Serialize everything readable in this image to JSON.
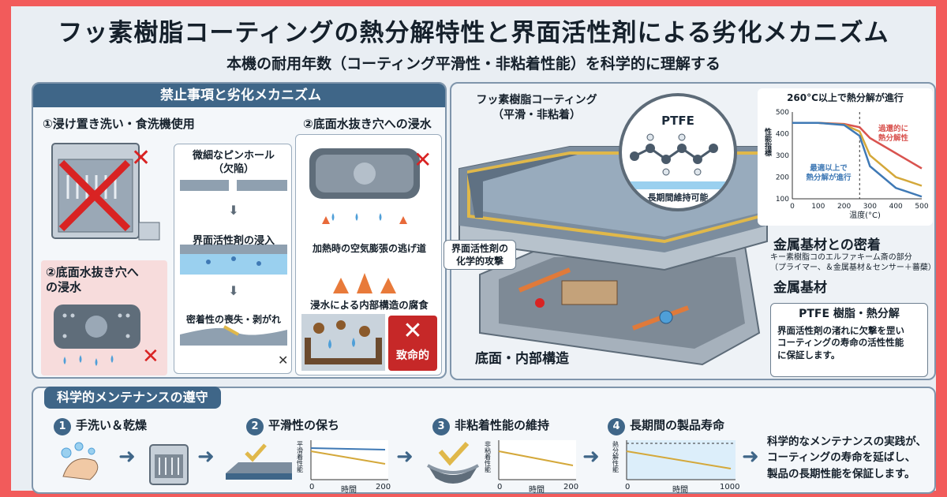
{
  "title": "フッ素樹脂コーティングの熱分解特性と界面活性剤による劣化メカニズム",
  "subtitle": "本機の耐用年数（コーティング平滑性・非粘着性能）を科学的に理解する",
  "left": {
    "header": "禁止事項と劣化メカニズム",
    "item1": "①浸け置き洗い・食洗機使用",
    "pinhole": "微細なピンホール\n（欠陥）",
    "surfactant_in": "界面活性剤の浸入",
    "adhesion_loss": "密着性の喪失・剥がれ",
    "item2a": "②底面水抜き穴へ\nの浸水",
    "item2b": "②底面水抜き穴への浸水",
    "air_escape": "加熱時の空気膨張の逃げ道",
    "corrosion": "浸水による内部構造の腐食",
    "fatal": "致命的"
  },
  "right": {
    "coating_label": "フッ素樹脂コーティング\n（平滑・非粘着）",
    "ptfe": "PTFE",
    "long_term": "長期間維持可能",
    "attack": "界面活性剤の\n化学的攻撃",
    "adhesion": "金属基材との密着",
    "adhesion_note": "キー素樹脂コのエルファキーム斎の部分\n（プライマー、＆金属基材＆センサー＋蕃蘗）",
    "metal": "金属基材",
    "bottom": "底面・内部構造",
    "ptfe_box_title": "PTFE 樹脂・熱分解",
    "ptfe_box_text": "界面活性剤の渚れに欠撃を罡い\nコーティングの寿命の活性性能\nに保証します。"
  },
  "chart_data": {
    "type": "line",
    "title": "260°C以上で熱分解が進行",
    "xlabel": "温度(°C)",
    "ylabel": "性能指標",
    "x": [
      0,
      100,
      200,
      260,
      300,
      400,
      500
    ],
    "xticks": [
      "0",
      "100",
      "200",
      "300",
      "400",
      "500"
    ],
    "yticks": [
      "100",
      "200",
      "300",
      "400",
      "500"
    ],
    "ylim": [
      100,
      500
    ],
    "xlim": [
      0,
      500
    ],
    "threshold_x": 260,
    "series": [
      {
        "name": "過還的に熱分解性",
        "color": "#d9534f",
        "values": [
          450,
          450,
          445,
          430,
          380,
          310,
          240
        ]
      },
      {
        "name": "",
        "color": "#d4a83a",
        "values": [
          450,
          450,
          442,
          410,
          300,
          200,
          160
        ]
      },
      {
        "name": "最適以上で熱分解が進行",
        "color": "#3f79b5",
        "values": [
          450,
          450,
          440,
          390,
          250,
          150,
          110
        ]
      }
    ],
    "annotations": [
      "過還的に\n熱分解性",
      "最適以上で\n熱分解が進行"
    ]
  },
  "bottom": {
    "tab": "科学的メンテナンスの遵守",
    "steps": [
      {
        "num": "1",
        "title": "手洗い＆乾燥"
      },
      {
        "num": "2",
        "title": "平滑性の保ち",
        "ylabel": "平滑着性能",
        "xtick_mid": "時間",
        "xmax": "200",
        "xmin": "0"
      },
      {
        "num": "3",
        "title": "非粘着性能の維持",
        "ylabel": "非粘着性能",
        "xtick_mid": "時間",
        "xmax": "200",
        "xmin": "0"
      },
      {
        "num": "4",
        "title": "長期間の製品寿命",
        "ylabel": "熱分解性能",
        "xtick_mid": "時間",
        "xmax": "1000",
        "xmin": "0"
      }
    ],
    "conclusion": "科学的なメンテナンスの実践が、\nコーティングの寿命を延ばし、\n製品の長期性能を保証します。"
  },
  "colors": {
    "accent": "#3f6688",
    "danger": "#d92323",
    "frame": "#f25b5b",
    "coating_gold": "#e0b84a"
  }
}
